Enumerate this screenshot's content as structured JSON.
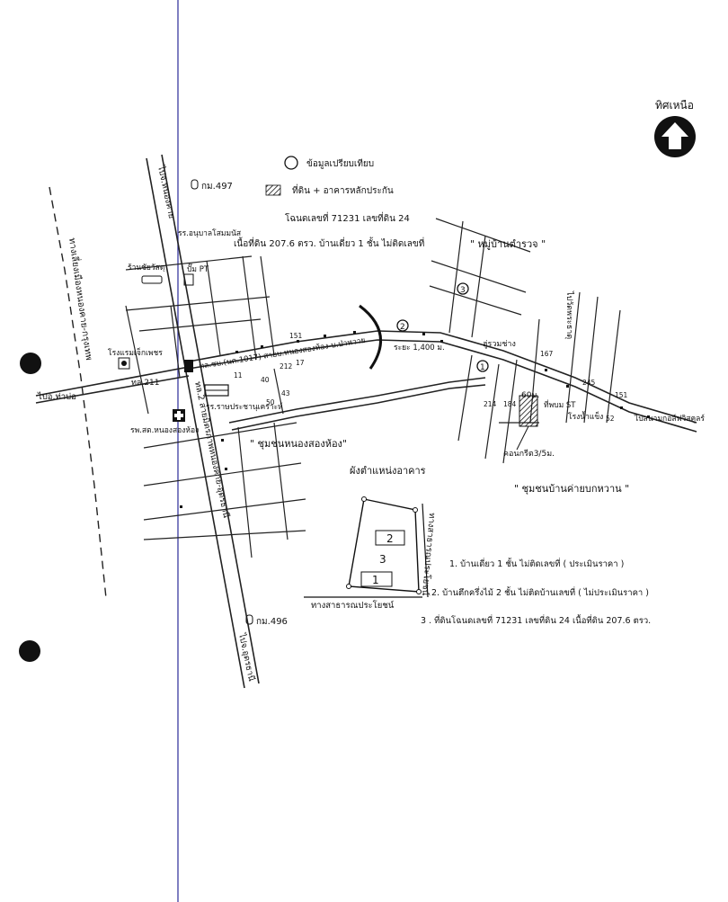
{
  "north": {
    "label": "ทิศเหนือ"
  },
  "legend": {
    "circle_label": "ข้อมูลเปรียบเทียบ",
    "hatch_label": "ที่ดิน + อาคารหลักประกัน",
    "deed_line": "โฉนดเลขที่ 71231  เลขที่ดิน 24",
    "area_line": "เนื้อที่ดิน 207.6 ตรว. บ้านเดี่ยว 1 ชั้น ไม่ติดเลขที่"
  },
  "map_labels": {
    "village_police": "\" หมู่บ้านตำรวจ \"",
    "community_nongsong": "\" ชุมชนหนองสองห้อง\"",
    "community_bankhaibok": "\" ชุมชนบ้านค่ายบกหวาน \"",
    "km497": "กม.497",
    "km496": "กม.496",
    "to_nongkhai_top": "ไปจ.หนองคาย",
    "to_udon_bottom": "ไปจ.อุดรธานี",
    "to_thabo": "ไปอ.ท่าบ่อ",
    "road_nongkhai_bypass": "ทางเลี่ยงเมืองหนองคาย-กรุงเทพ",
    "hwy2_label": "ทล.2 สายมิตรภาพหนองคาย-อุดรธานี",
    "hwy211": "ทล.211",
    "rural_road": "ทล.ชบ.(นค.1017) สายบ.หนองสองห้อง-บ.ป่าหวาย",
    "distance": "ระยะ 1,400 ม.",
    "junction": "ฮู่รวมช่าง",
    "shrine_road": "ไปวัดพระธาตุ",
    "stadium": "ไปสนามกอล์ฟวิสคูลร์",
    "hospital": "รพ.สต.หนองสองห้อง",
    "school_anuban": "รร.อนุบาลโสมมนัส",
    "school_rat": "รร.ราษประชานุเคราะห์",
    "gas_station": "ปั๊ม PT",
    "hotel": "โรงแรมเจ็กเพชร",
    "shop": "ร้านชัยวัสดุ",
    "condo": "คอนกรีต3/5ม.",
    "road_width": "60ม.",
    "st_label": "ที่พบม ST",
    "factory": "โรงน้ำแข็ง",
    "nums": [
      "151",
      "212",
      "17",
      "43",
      "40",
      "11",
      "50",
      "167",
      "245",
      "151",
      "214",
      "184",
      "52",
      "1"
    ]
  },
  "markers": [
    "1",
    "2",
    "3"
  ],
  "plan": {
    "title": "ผังตำแหน่งอาคาร",
    "building_2": "2",
    "lot_3": "3",
    "building_1": "1",
    "road_bottom": "ทางสาธารณประโยชน์",
    "road_right": "ทางสาธารณประโยชน์"
  },
  "notes": [
    "1.  บ้านเดี่ยว 1 ชั้น ไม่ติดเลขที่ ( ประเมินราคา )",
    "2.  บ้านตึกครึ่งไม้ 2 ชั้น ไม่ติดบ้านเลขที่ ( ไม่ประเมินราคา )",
    "3 . ที่ดินโฉนดเลขที่ 71231 เลขที่ดิน 24 เนื้อที่ดิน 207.6 ตรว."
  ],
  "colors": {
    "ink": "#111111",
    "margin_line": "#3a3aa0",
    "paper": "#ffffff"
  }
}
